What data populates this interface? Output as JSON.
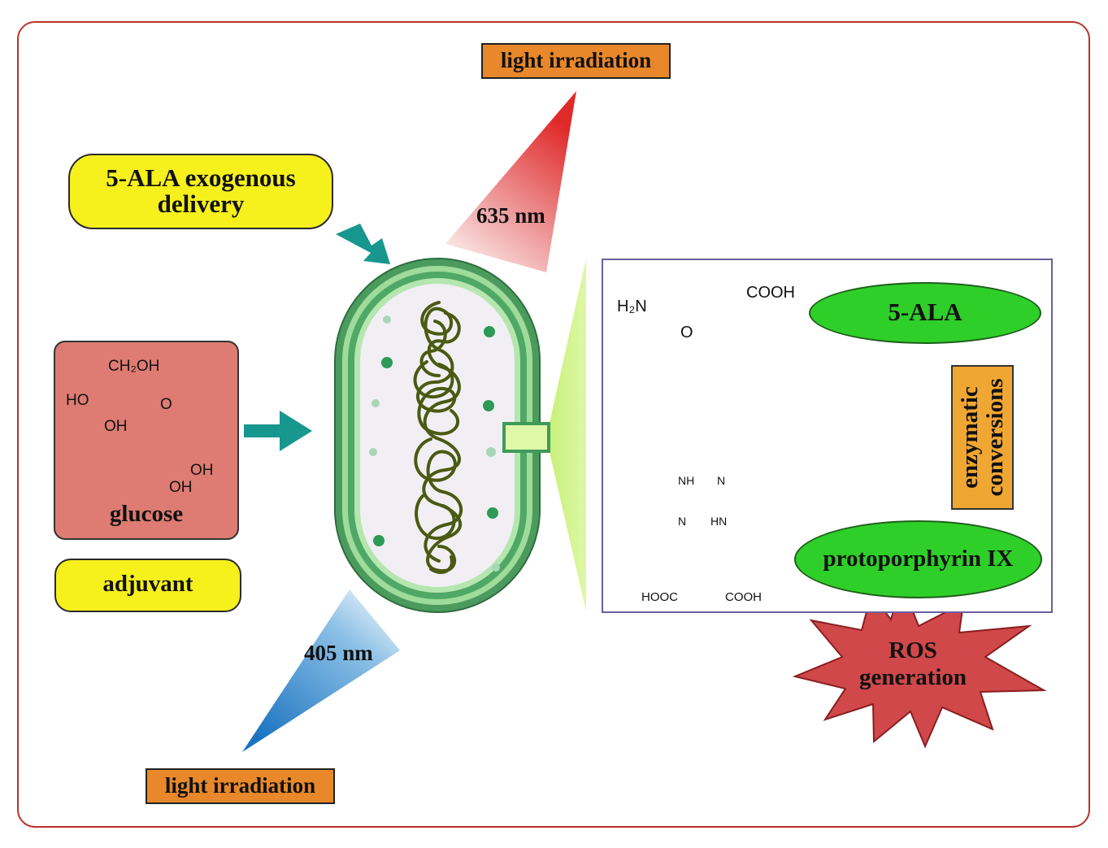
{
  "labels": {
    "light_irradiation_top": "light irradiation",
    "light_irradiation_bottom": "light irradiation",
    "red_wavelength": "635 nm",
    "blue_wavelength": "405 nm",
    "ala_delivery_line1": "5-ALA exogenous",
    "ala_delivery_line2": "delivery",
    "glucose": "glucose",
    "adjuvant": "adjuvant",
    "ala_node": "5-ALA",
    "ppix_node": "protoporphyrin IX",
    "enzymatic_line1": "enzymatic",
    "enzymatic_line2": "conversions",
    "ros_line1": "ROS",
    "ros_line2": "generation"
  },
  "chem": {
    "glucose_ch2oh": "CH₂OH",
    "glucose_ho": "HO",
    "glucose_o": "O",
    "glucose_oh_ring": "OH",
    "glucose_oh_right": "OH",
    "glucose_oh_bottom": "OH",
    "ala_h2n": "H₂N",
    "ala_cooh": "COOH",
    "ala_o": "O",
    "ppix_nh1": "NH",
    "ppix_n1": "N",
    "ppix_n2": "N",
    "ppix_hn": "HN",
    "ppix_hooc": "HOOC",
    "ppix_cooh": "COOH"
  },
  "colors": {
    "frame": "#b8322a",
    "orange_box": "#e8882a",
    "yellow_pill": "#f6f01c",
    "glucose_box": "#de7b72",
    "green_node": "#2fcf2a",
    "teal_arrow": "#17978d",
    "red_beam": "#e02a2a",
    "blue_beam": "#1a73c0",
    "ros_star": "#d0484a",
    "cell_wall": "#3f9a5a",
    "dna": "#4a5a12"
  }
}
